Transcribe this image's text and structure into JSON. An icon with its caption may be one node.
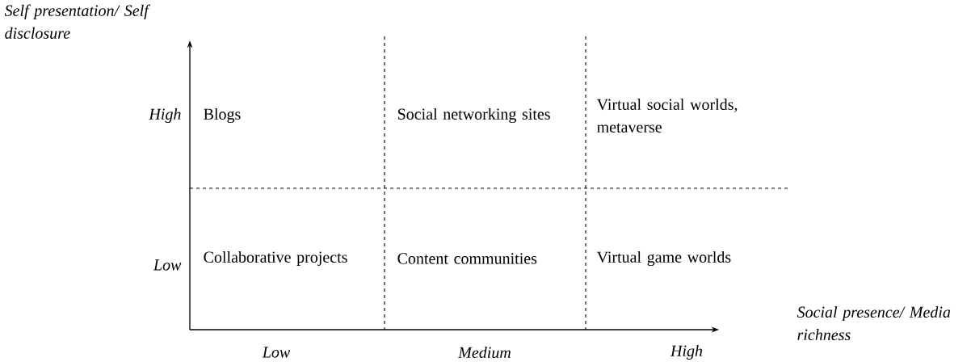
{
  "diagram": {
    "labels": [
      "Self presentation/ Self disclosure",
      "High",
      "Blogs",
      "Social networking sites",
      "Virtual social worlds, metaverse",
      "Low",
      "Collaborative projects",
      "Content communities",
      "Virtual game worlds",
      "Low",
      "Medium",
      "High",
      "Social presence/ Media richness"
    ]
  }
}
